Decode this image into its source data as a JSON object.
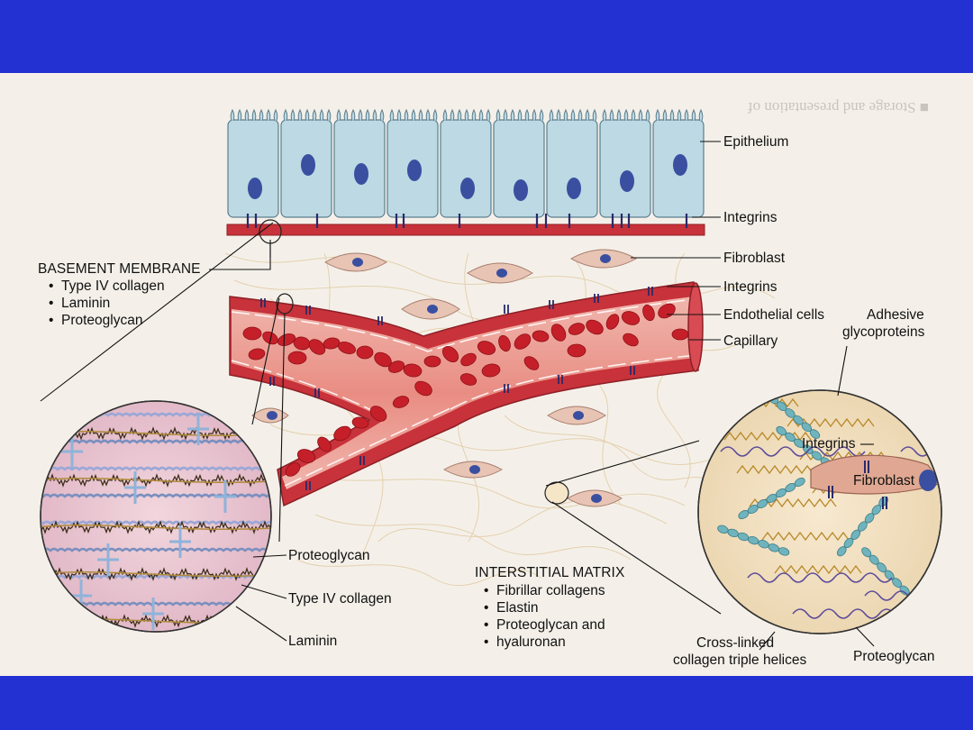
{
  "labels": {
    "epithelium": "Epithelium",
    "integrins_top": "Integrins",
    "fibroblast": "Fibroblast",
    "integrins_mid": "Integrins",
    "endothelial_cells": "Endothelial cells",
    "capillary": "Capillary",
    "adhesive_glycoproteins_1": "Adhesive",
    "adhesive_glycoproteins_2": "glycoproteins",
    "integrins_inset": "Integrins",
    "fibroblast_inset": "Fibroblast",
    "proteoglycan_left": "Proteoglycan",
    "type_iv_collagen_left": "Type IV collagen",
    "laminin_left": "Laminin",
    "crosslinked_1": "Cross-linked",
    "crosslinked_2": "collagen triple helices",
    "proteoglycan_right": "Proteoglycan"
  },
  "basement_membrane": {
    "title": "BASEMENT MEMBRANE",
    "items": [
      "Type IV collagen",
      "Laminin",
      "Proteoglycan"
    ]
  },
  "interstitial_matrix": {
    "title": "INTERSTITIAL MATRIX",
    "items": [
      "Fibrillar collagens",
      "Elastin",
      "Proteoglycan and",
      "hyaluronan"
    ]
  },
  "colors": {
    "band": "#2330d2",
    "epithelium_fill": "#bcd9e4",
    "nucleus": "#3a4fa0",
    "vessel_wall": "#c8323a",
    "rbc": "#c5202a",
    "fibroblast": "#e8c4b4"
  }
}
